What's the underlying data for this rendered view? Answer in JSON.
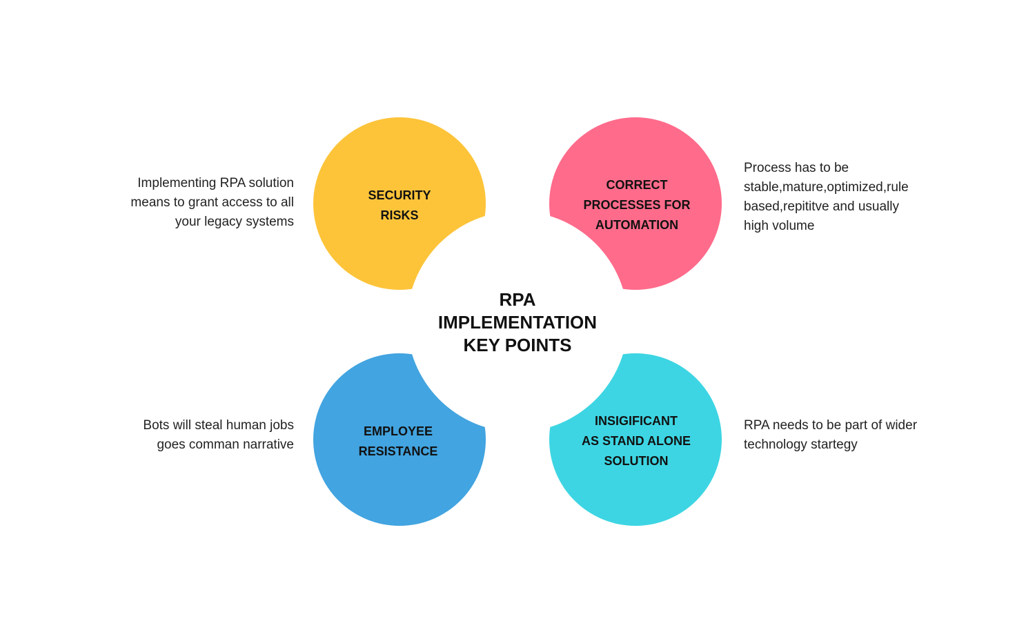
{
  "title": {
    "lines": [
      "RPA",
      "IMPLEMENTATION",
      "KEY POINTS"
    ]
  },
  "colors": {
    "security": "#FDC43A",
    "processes": "#FF6B8B",
    "employee": "#42A4E0",
    "standalone": "#3DD5E3"
  },
  "nodes": {
    "security": {
      "label_lines": [
        "SECURITY",
        "RISKS"
      ],
      "desc_lines": [
        "Implementing RPA solution",
        "means to grant access to all",
        "your legacy systems"
      ]
    },
    "processes": {
      "label_lines": [
        "CORRECT",
        "PROCESSES FOR",
        "AUTOMATION"
      ],
      "desc_lines": [
        "Process has to be",
        "stable,mature,optimized,rule",
        "based,repititve and usually",
        "high volume"
      ]
    },
    "employee": {
      "label_lines": [
        "EMPLOYEE",
        "RESISTANCE"
      ],
      "desc_lines": [
        "Bots will steal human jobs",
        "goes comman narrative"
      ]
    },
    "standalone": {
      "label_lines": [
        "INSIGIFICANT",
        "AS STAND ALONE",
        "SOLUTION"
      ],
      "desc_lines": [
        "RPA needs to be part of wider",
        "technology startegy"
      ]
    }
  }
}
